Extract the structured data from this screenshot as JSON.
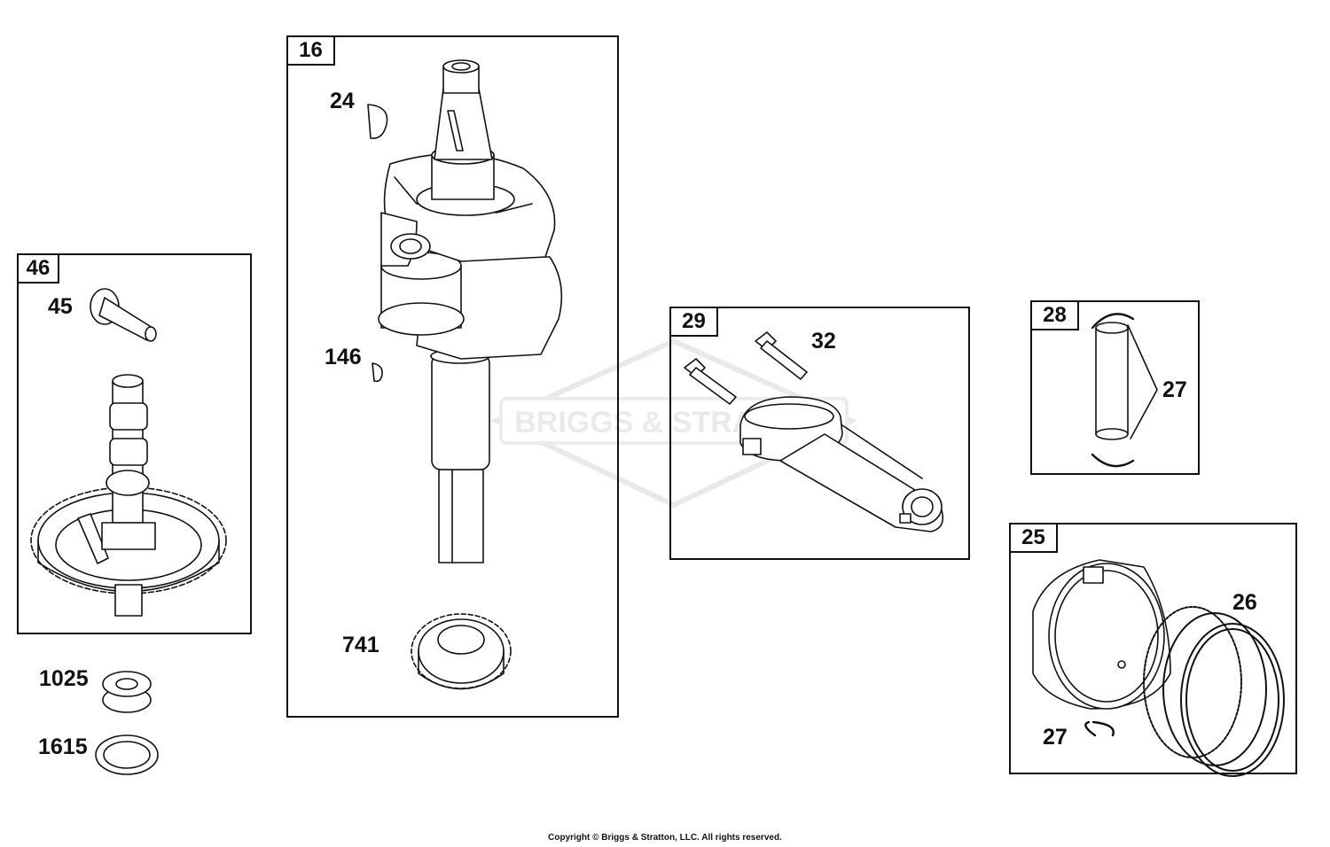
{
  "panels": {
    "p16": "16",
    "p46": "46",
    "p29": "29",
    "p28": "28",
    "p25": "25"
  },
  "callouts": {
    "c24": "24",
    "c146": "146",
    "c741": "741",
    "c45": "45",
    "c1025": "1025",
    "c1615": "1615",
    "c32": "32",
    "c27a": "27",
    "c26": "26",
    "c27b": "27"
  },
  "watermark": "BRIGGS & STRATTON",
  "footer": {
    "copyright": "Copyright © Briggs & Stratton, LLC. All rights reserved."
  },
  "colors": {
    "line": "#111111",
    "watermark": "#e6e6e6"
  }
}
